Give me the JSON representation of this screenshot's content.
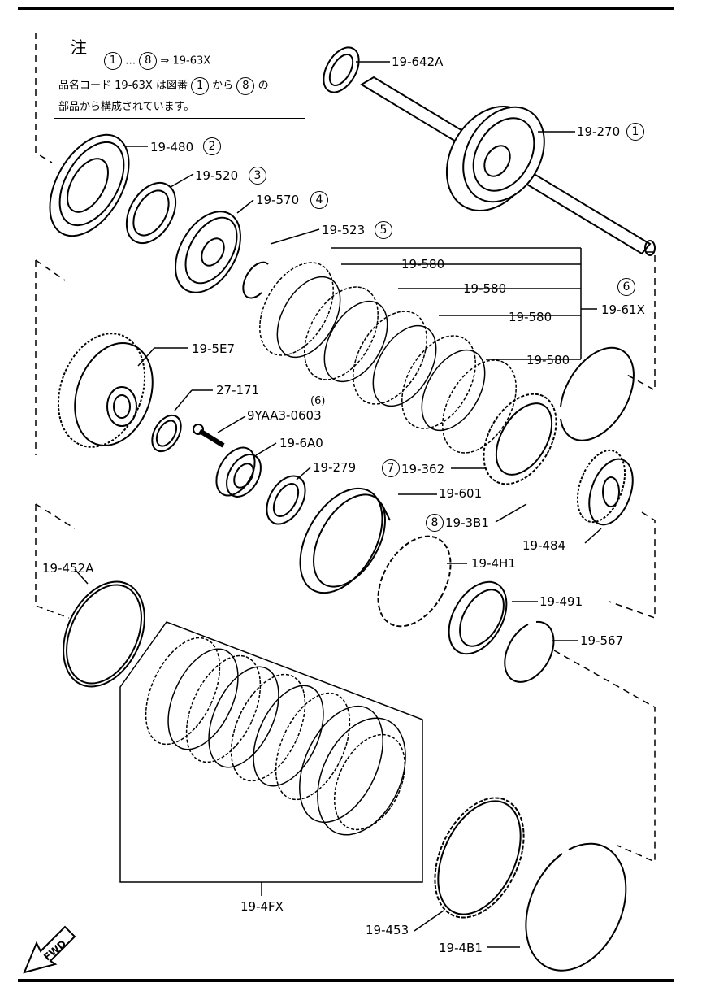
{
  "note": {
    "title": "注",
    "range_from": "1",
    "range_sep": "…",
    "range_to": "8",
    "range_arrow": "⇒",
    "range_code": "19-63X",
    "line2_a": "品名コード",
    "line2_code": "19-63X",
    "line2_b": "は図番",
    "line2_from": "1",
    "line2_c": "から",
    "line2_to": "8",
    "line2_d": "の",
    "line3": "部品から構成されています。"
  },
  "parts": {
    "p19_642A": "19-642A",
    "p19_270": "19-270",
    "p19_270_num": "1",
    "p19_480": "19-480",
    "p19_480_num": "2",
    "p19_520": "19-520",
    "p19_520_num": "3",
    "p19_570": "19-570",
    "p19_570_num": "4",
    "p19_523": "19-523",
    "p19_523_num": "5",
    "p19_580_a": "19-580",
    "p19_580_b": "19-580",
    "p19_580_c": "19-580",
    "p19_580_d": "19-580",
    "p19_61X_num": "6",
    "p19_61X": "19-61X",
    "p19_5E7": "19-5E7",
    "p27_171": "27-171",
    "p9YAA3_num": "(6)",
    "p9YAA3": "9YAA3-0603",
    "p19_6A0": "19-6A0",
    "p19_279": "19-279",
    "p19_362_num": "7",
    "p19_362": "19-362",
    "p19_601": "19-601",
    "p19_3B1_num": "8",
    "p19_3B1": "19-3B1",
    "p19_484": "19-484",
    "p19_452A": "19-452A",
    "p19_4H1": "19-4H1",
    "p19_491": "19-491",
    "p19_567": "19-567",
    "p19_4FX": "19-4FX",
    "p19_453": "19-453",
    "p19_4B1": "19-4B1"
  },
  "fwd": "FWD"
}
